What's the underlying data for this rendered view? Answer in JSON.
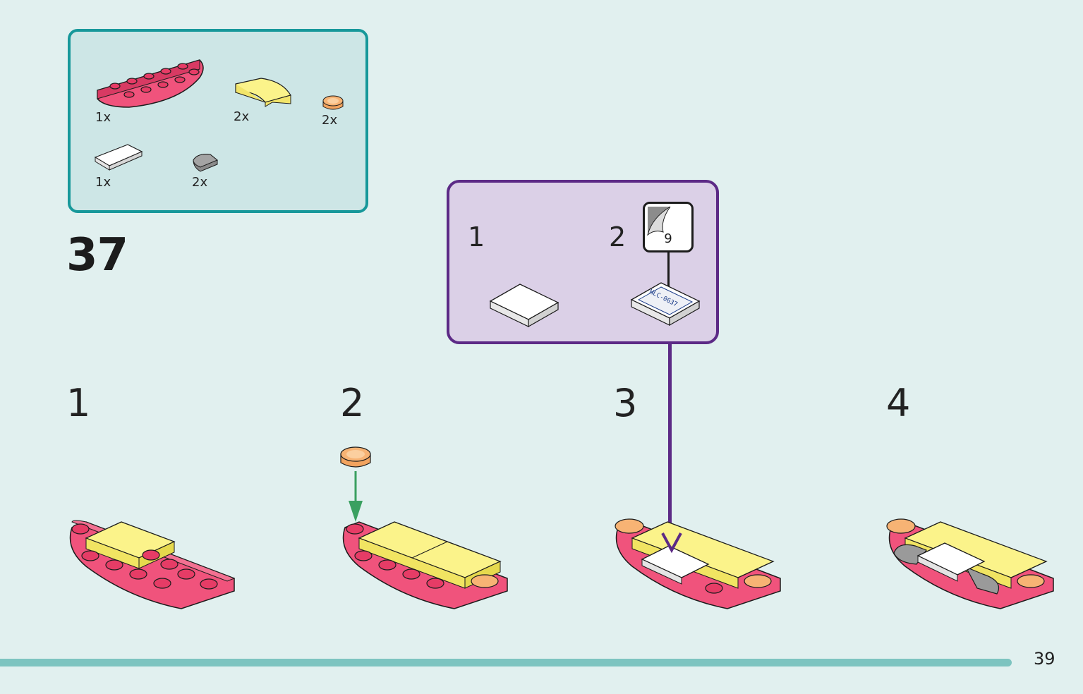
{
  "parts": [
    {
      "name": "pink-half-round-plate",
      "qty": "1x"
    },
    {
      "name": "yellow-curved-slope",
      "qty": "2x"
    },
    {
      "name": "orange-round-tile",
      "qty": "2x"
    },
    {
      "name": "white-tile",
      "qty": "1x"
    },
    {
      "name": "grey-quarter-round-tile",
      "qty": "2x"
    }
  ],
  "main_step": "37",
  "sub_steps": [
    "1",
    "2"
  ],
  "sticker_number": "9",
  "sticker_text": "HLC-0637",
  "steps": [
    "1",
    "2",
    "3",
    "4"
  ],
  "page_number": "39",
  "colors": {
    "background": "#e1f0ef",
    "parts_box": "#cde6e6",
    "parts_border": "#17989a",
    "sub_box": "#dbd0e7",
    "sub_border": "#5c2a86",
    "pink": "#f0537c",
    "yellow": "#fbf38a",
    "orange": "#f7b374",
    "arrow_green": "#3aa060"
  }
}
